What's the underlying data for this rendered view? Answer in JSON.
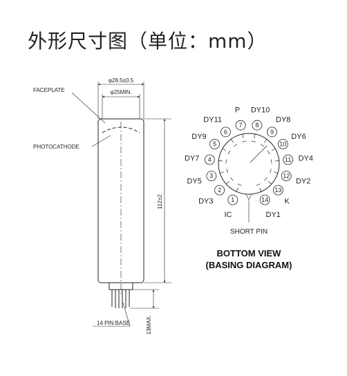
{
  "title": "外形尺寸图（单位：mm）",
  "tube": {
    "dim_outer": "φ28.5±0.5",
    "dim_inner": "φ25MIN.",
    "faceplate": "FACEPLATE",
    "photocathode": "PHOTOCATHODE",
    "length": "112±2",
    "pin_length": "13MAX.",
    "pin_base": "14 PIN BASE"
  },
  "basing": {
    "caption_line1": "BOTTOM VIEW",
    "caption_line2": "(BASING DIAGRAM)",
    "short_pin": "SHORT PIN",
    "pins": [
      {
        "num": "1",
        "label": "IC"
      },
      {
        "num": "2",
        "label": "DY3"
      },
      {
        "num": "3",
        "label": "DY5"
      },
      {
        "num": "4",
        "label": "DY7"
      },
      {
        "num": "5",
        "label": "DY9"
      },
      {
        "num": "6",
        "label": "DY11"
      },
      {
        "num": "7",
        "label": "P"
      },
      {
        "num": "8",
        "label": "DY10"
      },
      {
        "num": "9",
        "label": "DY8"
      },
      {
        "num": "10",
        "label": "DY6"
      },
      {
        "num": "11",
        "label": "DY4"
      },
      {
        "num": "12",
        "label": "DY2"
      },
      {
        "num": "13",
        "label": "K"
      },
      {
        "num": "14",
        "label": "DY1"
      }
    ]
  }
}
